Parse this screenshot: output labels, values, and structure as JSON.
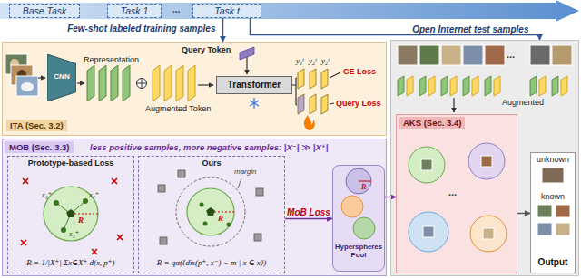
{
  "diagram": {
    "nodes": [
      {
        "text": [
          "Base Task"
        ]
      },
      {
        "text": [
          "Task 1"
        ]
      },
      {
        "text": [
          "Task t"
        ]
      },
      {
        "text": [
          "ITA (Sec. 3.2)"
        ]
      },
      {
        "text": [
          "CNN"
        ],
        "in": 3
      },
      {
        "text": [
          "Transformer"
        ],
        "in": 3
      },
      {
        "text": [
          "MOB (Sec. 3.3)",
          "less positive samples, more negative samples: |X⁻| ≫ |X⁺|"
        ]
      },
      {
        "text": [
          "Prototype-based Loss",
          "R = 1/|X⁺| Σx∈X⁺ d(x, p⁺)"
        ],
        "in": 6
      },
      {
        "text": [
          "Ours",
          "R = qα({dis(p⁺, x⁻) − m | x ∈ x})"
        ],
        "in": 6
      },
      {
        "text": [
          "Hyperspheres Pool"
        ],
        "in": 6
      },
      {
        "text": [
          "Augmented"
        ]
      },
      {
        "text": [
          "AKS (Sec. 3.4)"
        ],
        "in": 10
      },
      {
        "text": [
          "unknown",
          "known",
          "Output"
        ],
        "in": 10
      }
    ],
    "edges": [
      {
        "from": 2,
        "to": 3,
        "arrow": "to",
        "label": "Few-shot labeled training samples"
      },
      {
        "from": 2,
        "to": 10,
        "arrow": "to",
        "label": "Open Internet test samples"
      },
      {
        "from": 8,
        "to": 9,
        "arrow": "to",
        "label": "MoB Loss"
      },
      {
        "from": 9,
        "to": 11,
        "arrow": "to"
      },
      {
        "from": 11,
        "to": 12,
        "arrow": "to"
      }
    ],
    "labels": [
      "...",
      "Representation",
      "Augmented Token",
      "Query Token",
      "y₁ᵗ",
      "y₂ᵗ",
      "y₂ᵗ",
      "CE Loss",
      "Query Loss",
      "x₁⁺",
      "x₂⁺",
      "x₃⁺",
      "R",
      "margin",
      "R",
      "R",
      "...",
      "..."
    ]
  }
}
